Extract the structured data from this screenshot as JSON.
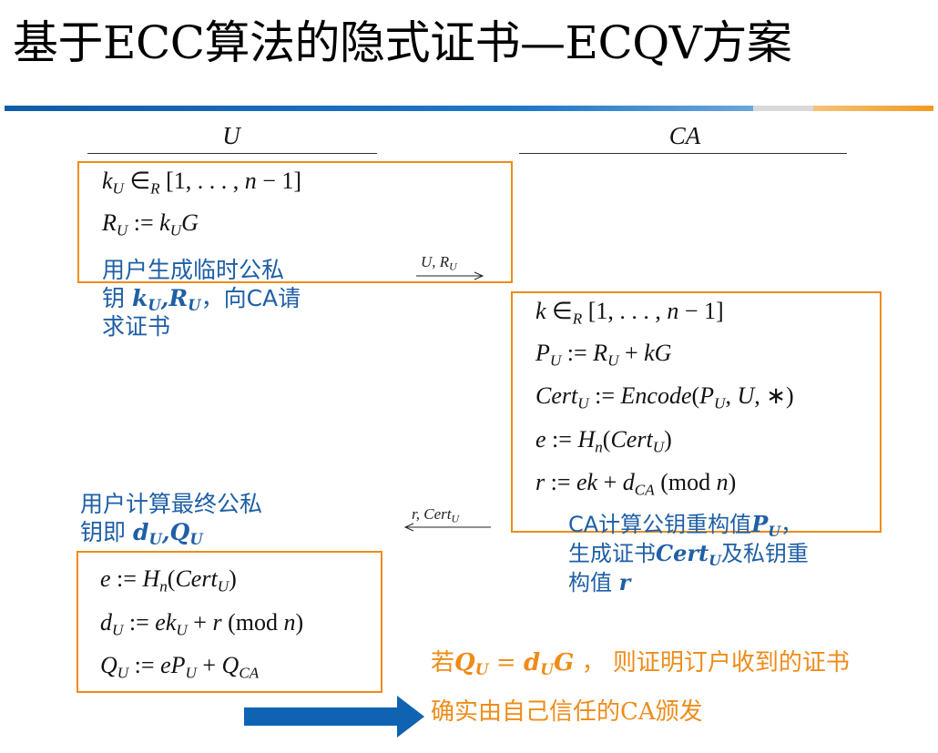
{
  "title": "基于ECC算法的隐式证书—ECQV方案",
  "colors": {
    "bar_blue": "#1566b5",
    "bar_grey": "#d9d9d9",
    "bar_orange": "#f29a1e",
    "box_orange": "#ee8c1a",
    "note_blue": "#1f5fa6",
    "arrow_blue": "#0f63b2"
  },
  "parties": {
    "user": "U",
    "ca": "CA"
  },
  "user_box1": {
    "line1": {
      "a": "k",
      "a_sub": "U",
      "b": " ∈",
      "b_sub": "R",
      "c": " [1, . . . , ",
      "d": "n",
      "e": " − 1]"
    },
    "line2": {
      "a": "R",
      "a_sub": "U",
      "b": " := ",
      "c": "k",
      "c_sub": "U",
      "d": "G"
    }
  },
  "user_note1": {
    "t1": "用户生成临时公私",
    "t2": "钥 ",
    "v1": "k",
    "v1_sub": "U",
    "sep": ",",
    "v2": "R",
    "v2_sub": "U",
    "t3": "，向CA请",
    "t4": "求证书"
  },
  "msg1": {
    "a": "U",
    "b": ", ",
    "c": "R",
    "c_sub": "U"
  },
  "ca_box": {
    "line1": {
      "a": "k",
      "b": " ∈",
      "b_sub": "R",
      "c": " [1, . . . , ",
      "d": "n",
      "e": " − 1]"
    },
    "line2": {
      "a": "P",
      "a_sub": "U",
      "b": " := ",
      "c": "R",
      "c_sub": "U",
      "d": " + ",
      "e": "kG"
    },
    "line3": {
      "a": "Cert",
      "a_sub": "U",
      "b": " := ",
      "c": "Encode",
      "d": "(",
      "e": "P",
      "e_sub": "U",
      "f": ", ",
      "g": "U",
      "h": ", ∗)"
    },
    "line4": {
      "a": "e",
      "b": " := ",
      "c": "H",
      "c_sub": "n",
      "d": "(",
      "e": "Cert",
      "e_sub": "U",
      "f": ")"
    },
    "line5": {
      "a": "r",
      "b": " := ",
      "c": "ek",
      "d": " + ",
      "e": "d",
      "e_sub": "CA",
      "f": "  (mod ",
      "g": "n",
      "h": ")"
    }
  },
  "ca_note": {
    "t1": "CA计算公钥重构值",
    "v1": "P",
    "v1_sub": "U",
    "t2": "，",
    "t3": "生成证书",
    "v2": "Cert",
    "v2_sub": "U",
    "t4": "及私钥重",
    "t5": "构值 ",
    "v3": "r"
  },
  "msg2": {
    "a": "r",
    "b": ", ",
    "c": "Cert",
    "c_sub": "U"
  },
  "user_note2": {
    "t1": "用户计算最终公私",
    "t2": "钥即 ",
    "v1": "d",
    "v1_sub": "U",
    "sep": ",",
    "v2": "Q",
    "v2_sub": "U"
  },
  "user_box2": {
    "line1": {
      "a": "e",
      "b": " := ",
      "c": "H",
      "c_sub": "n",
      "d": "(",
      "e": "Cert",
      "e_sub": "U",
      "f": ")"
    },
    "line2": {
      "a": "d",
      "a_sub": "U",
      "b": " := ",
      "c": "ek",
      "c_sub": "U",
      "d": " + ",
      "e": "r",
      "f": "  (mod ",
      "g": "n",
      "h": ")"
    },
    "line3": {
      "a": "Q",
      "a_sub": "U",
      "b": " := ",
      "c": "eP",
      "c_sub": "U",
      "d": " + ",
      "e": "Q",
      "e_sub": "CA"
    }
  },
  "conclusion": {
    "t1": "若",
    "v1": "Q",
    "v1_sub": "U",
    "eq": " = ",
    "v2": "d",
    "v2_sub": "U",
    "v3": "G",
    "t2": " ， 则证明订户收到的证书",
    "t3": "确实由自己信任的CA颁发"
  }
}
